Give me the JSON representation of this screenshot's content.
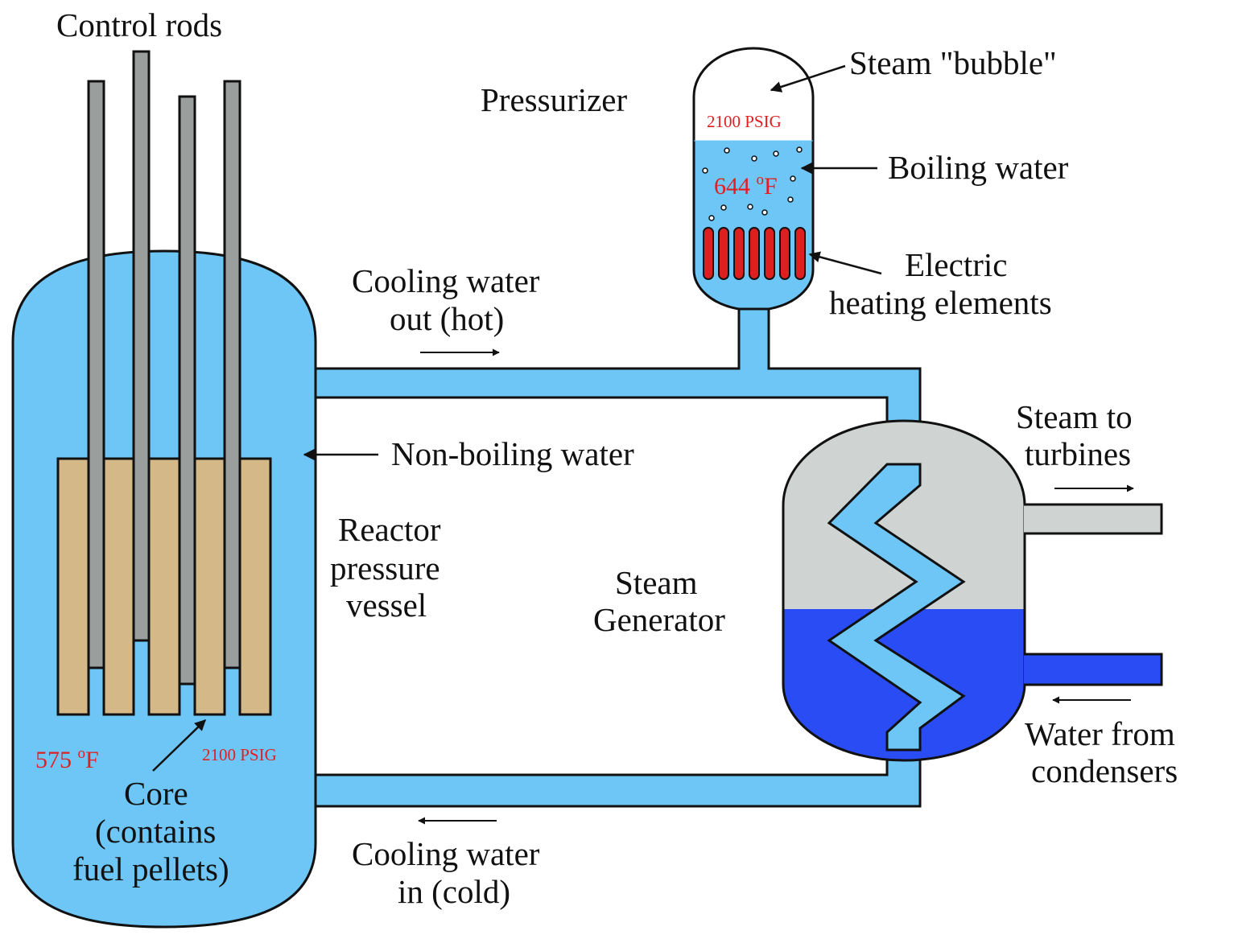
{
  "colors": {
    "water": "#6ec6f7",
    "cold_water": "#2a4cf5",
    "steam": "#cfd4d3",
    "fuel": "#d4b887",
    "rod": "#9a9e9d",
    "heater": "#dd1f1f",
    "label_red": "#e02020",
    "outline": "#111111"
  },
  "labels": {
    "control_rods": "Control rods",
    "pressurizer": "Pressurizer",
    "steam_bubble": "Steam \"bubble\"",
    "pressurizer_pressure": "2100 PSIG",
    "pressurizer_temp_value": "644 ",
    "degree_o": "o",
    "unit_f": "F",
    "boiling_water": "Boiling water",
    "electric_line1": "Electric",
    "electric_line2": "heating elements",
    "cooling_out_line1": "Cooling water",
    "cooling_out_line2": "out (hot)",
    "non_boiling": "Non-boiling water",
    "reactor_line1": "Reactor",
    "reactor_line2": "pressure",
    "reactor_line3": "vessel",
    "steam_gen_line1": "Steam",
    "steam_gen_line2": "Generator",
    "steam_turb_line1": "Steam to",
    "steam_turb_line2": "turbines",
    "water_cond_line1": "Water from",
    "water_cond_line2": "condensers",
    "core_temp_value": "575 ",
    "core_pressure": "2100 PSIG",
    "core_line1": "Core",
    "core_line2": "(contains",
    "core_line3": "fuel pellets)",
    "cooling_in_line1": "Cooling water",
    "cooling_in_line2": "in (cold)"
  }
}
